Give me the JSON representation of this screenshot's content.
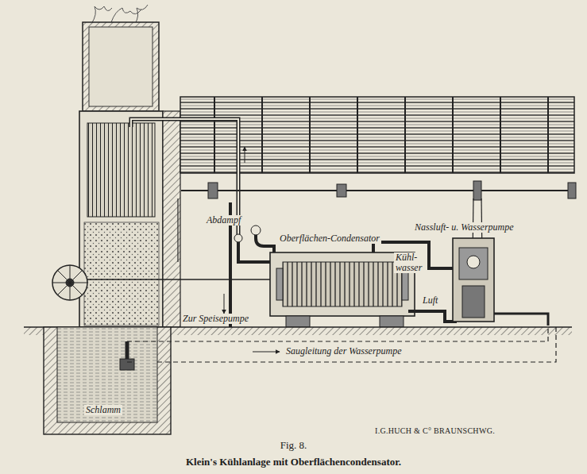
{
  "diagram": {
    "caption": "Klein's Kühlanlage mit Oberflächencondensator.",
    "labels": [
      "Abdampf",
      "Oberflächen-Condensator",
      "Kühl- wasser",
      "Nassluft- u. Wasserpumpe",
      "Zur Speisepumpe",
      "Luft",
      "Saugleitung der Wasserpumpe",
      "Schlamm",
      "I.G.HUCH & C° BRAUNSCHWG.",
      "Fig. 8."
    ]
  }
}
